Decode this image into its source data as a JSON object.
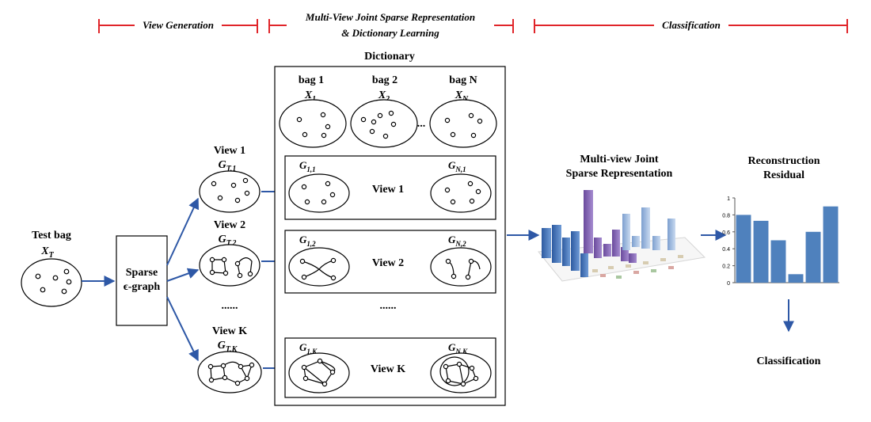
{
  "stages": {
    "view_generation": "View Generation",
    "joint_line1": "Multi-View Joint Sparse Representation",
    "joint_line2": "& Dictionary Learning",
    "classification": "Classification"
  },
  "test_bag": {
    "title": "Test bag",
    "symbol": "X",
    "sub": "T"
  },
  "graph_box": {
    "line1": "Sparse",
    "line2": "ϵ-graph"
  },
  "views": [
    {
      "title": "View 1",
      "symbol": "G",
      "sub": "T,1"
    },
    {
      "title": "View 2",
      "symbol": "G",
      "sub": "T,2"
    },
    {
      "title": "View K",
      "symbol": "G",
      "sub": "T,K"
    }
  ],
  "views_ellipsis": "......",
  "dictionary": {
    "title": "Dictionary",
    "bags": [
      {
        "title": "bag 1",
        "symbol": "X",
        "sub": "1"
      },
      {
        "title": "bag 2",
        "symbol": "X",
        "sub": "2"
      },
      {
        "title": "bag N",
        "symbol": "X",
        "sub": "N"
      }
    ],
    "bag_ellipsis": "...",
    "rows": [
      {
        "left_sub": "1,1",
        "label": "View 1",
        "right_sub": "N,1"
      },
      {
        "left_sub": "1,2",
        "label": "View 2",
        "right_sub": "N,2"
      },
      {
        "left_sub": "1,K",
        "label": "View K",
        "right_sub": "N,K"
      }
    ],
    "symbol": "G",
    "rows_ellipsis": "......"
  },
  "sparse_rep": {
    "line1": "Multi-view Joint",
    "line2": "Sparse Representation"
  },
  "residual": {
    "line1": "Reconstruction",
    "line2": "Residual",
    "chart_data": {
      "type": "bar",
      "values": [
        0.8,
        0.73,
        0.5,
        0.1,
        0.6,
        0.9
      ],
      "ylim": [
        0,
        1
      ],
      "yticks": [
        "0",
        "0.2",
        "0.4",
        "0.6",
        "0.8",
        "1"
      ]
    }
  },
  "result": "Classification",
  "colors": {
    "stage_line": "#e0252a",
    "arrow": "#2e58a6",
    "bar": "#4f81bd"
  }
}
